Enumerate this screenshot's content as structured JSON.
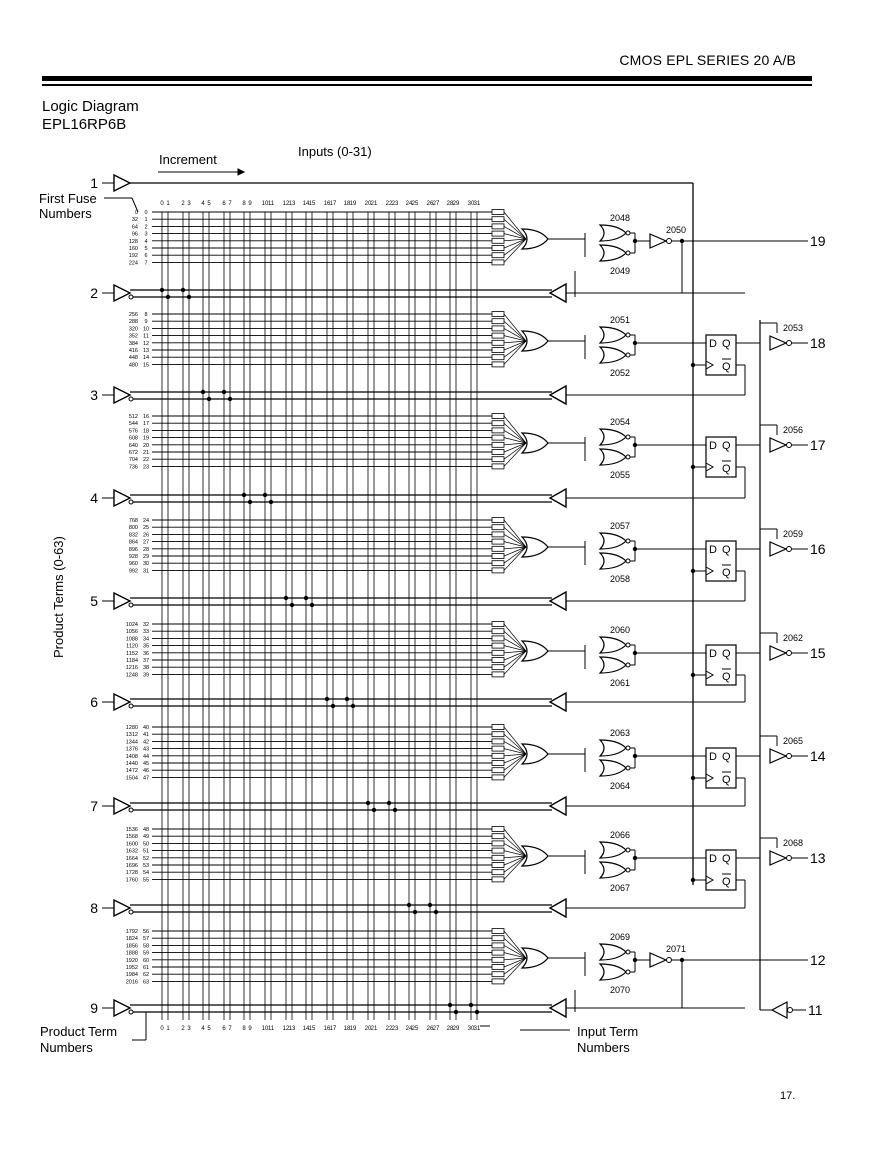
{
  "header": {
    "series": "CMOS EPL SERIES 20 A/B"
  },
  "title": {
    "line1": "Logic Diagram",
    "line2": "EPL16RP6B"
  },
  "labels": {
    "increment": "Increment",
    "inputs": "Inputs (0-31)",
    "first_fuse": "First Fuse",
    "first_fuse_2": "Numbers",
    "product_terms_axis": "Product Terms (0-63)",
    "product_term_numbers_1": "Product Term",
    "product_term_numbers_2": "Numbers",
    "input_term_numbers_1": "Input Term",
    "input_term_numbers_2": "Numbers"
  },
  "column_labels": [
    "0",
    "1",
    "2",
    "3",
    "4",
    "5",
    "6",
    "7",
    "8",
    "9",
    "10",
    "11",
    "12",
    "13",
    "14",
    "15",
    "16",
    "17",
    "18",
    "19",
    "20",
    "21",
    "22",
    "23",
    "24",
    "25",
    "26",
    "27",
    "28",
    "29",
    "30",
    "31"
  ],
  "input_pins": [
    "1",
    "2",
    "3",
    "4",
    "5",
    "6",
    "7",
    "8",
    "9"
  ],
  "output_pins": [
    "19",
    "18",
    "17",
    "16",
    "15",
    "14",
    "13",
    "12",
    "11"
  ],
  "macrocells": [
    {
      "fuse_start": [
        "0",
        "32",
        "64",
        "96",
        "128",
        "160",
        "192",
        "224"
      ],
      "terms": [
        "0",
        "1",
        "2",
        "3",
        "4",
        "5",
        "6",
        "7"
      ],
      "xor_top": "2048",
      "xor_bot": "2049",
      "extra": "2050",
      "registered": false,
      "out_pin": "19"
    },
    {
      "fuse_start": [
        "256",
        "288",
        "320",
        "352",
        "384",
        "416",
        "448",
        "480"
      ],
      "terms": [
        "8",
        "9",
        "10",
        "11",
        "12",
        "13",
        "14",
        "15"
      ],
      "xor_top": "2051",
      "xor_bot": "2052",
      "extra": "2053",
      "registered": true,
      "out_pin": "18"
    },
    {
      "fuse_start": [
        "512",
        "544",
        "576",
        "608",
        "640",
        "672",
        "704",
        "736"
      ],
      "terms": [
        "16",
        "17",
        "18",
        "19",
        "20",
        "21",
        "22",
        "23"
      ],
      "xor_top": "2054",
      "xor_bot": "2055",
      "extra": "2056",
      "registered": true,
      "out_pin": "17"
    },
    {
      "fuse_start": [
        "768",
        "800",
        "832",
        "864",
        "896",
        "928",
        "960",
        "992"
      ],
      "terms": [
        "24",
        "25",
        "26",
        "27",
        "28",
        "29",
        "30",
        "31"
      ],
      "xor_top": "2057",
      "xor_bot": "2058",
      "extra": "2059",
      "registered": true,
      "out_pin": "16"
    },
    {
      "fuse_start": [
        "1024",
        "1056",
        "1088",
        "1120",
        "1152",
        "1184",
        "1216",
        "1248"
      ],
      "terms": [
        "32",
        "33",
        "34",
        "35",
        "36",
        "37",
        "38",
        "39"
      ],
      "xor_top": "2060",
      "xor_bot": "2061",
      "extra": "2062",
      "registered": true,
      "out_pin": "15"
    },
    {
      "fuse_start": [
        "1280",
        "1312",
        "1344",
        "1376",
        "1408",
        "1440",
        "1472",
        "1504"
      ],
      "terms": [
        "40",
        "41",
        "42",
        "43",
        "44",
        "45",
        "46",
        "47"
      ],
      "xor_top": "2063",
      "xor_bot": "2064",
      "extra": "2065",
      "registered": true,
      "out_pin": "14"
    },
    {
      "fuse_start": [
        "1536",
        "1568",
        "1600",
        "1632",
        "1664",
        "1696",
        "1728",
        "1760"
      ],
      "terms": [
        "48",
        "49",
        "50",
        "51",
        "52",
        "53",
        "54",
        "55"
      ],
      "xor_top": "2066",
      "xor_bot": "2067",
      "extra": "2068",
      "registered": true,
      "out_pin": "13"
    },
    {
      "fuse_start": [
        "1792",
        "1824",
        "1856",
        "1888",
        "1920",
        "1952",
        "1984",
        "2016"
      ],
      "terms": [
        "56",
        "57",
        "58",
        "59",
        "60",
        "61",
        "62",
        "63"
      ],
      "xor_top": "2069",
      "xor_bot": "2070",
      "extra": "2071",
      "registered": false,
      "out_pin": "12"
    }
  ],
  "page_number": "17."
}
